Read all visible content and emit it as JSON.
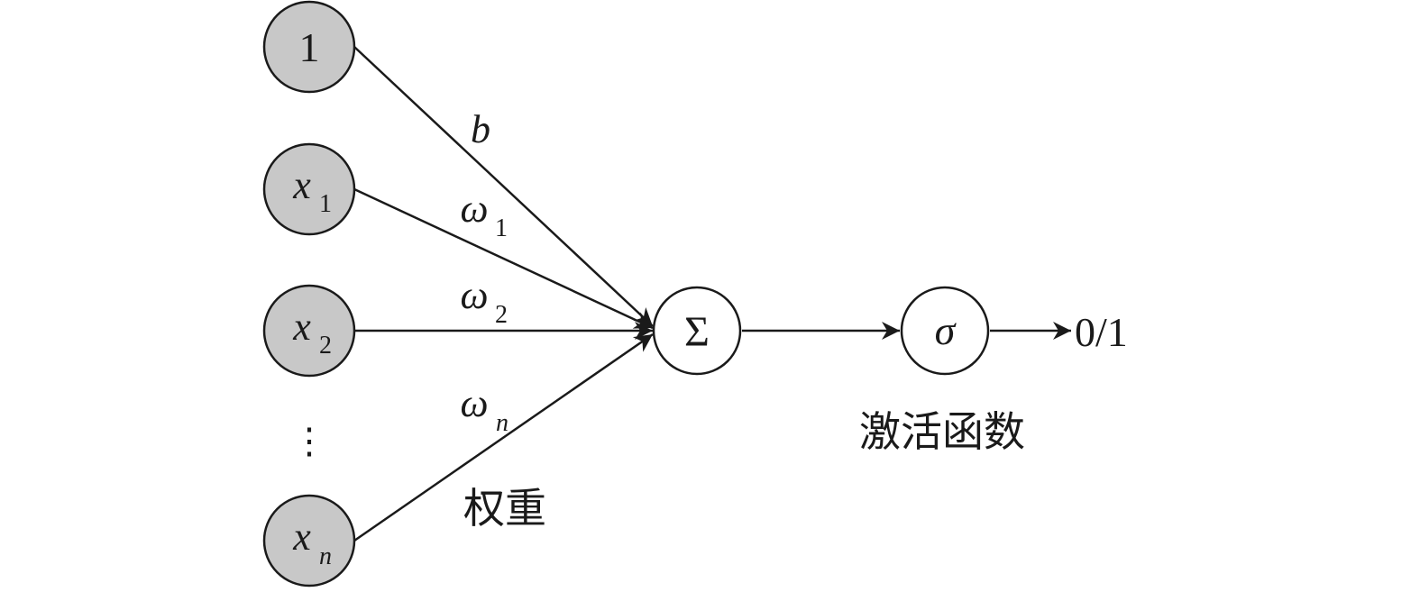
{
  "inputs": [
    {
      "label": "1",
      "sub": ""
    },
    {
      "label": "x",
      "sub": "1"
    },
    {
      "label": "x",
      "sub": "2"
    },
    {
      "label": "x",
      "sub": "n"
    }
  ],
  "ellipsis": "⋮",
  "weights": [
    {
      "label": "b",
      "sub": ""
    },
    {
      "label": "ω",
      "sub": "1"
    },
    {
      "label": "ω",
      "sub": "2"
    },
    {
      "label": "ω",
      "sub": "n"
    }
  ],
  "weights_caption": "权重",
  "sum_symbol": "Σ",
  "activation_symbol": "σ",
  "activation_caption": "激活函数",
  "output": "0/1",
  "colors": {
    "input_fill": "#c8c8c8",
    "stroke": "#1a1a1a"
  }
}
